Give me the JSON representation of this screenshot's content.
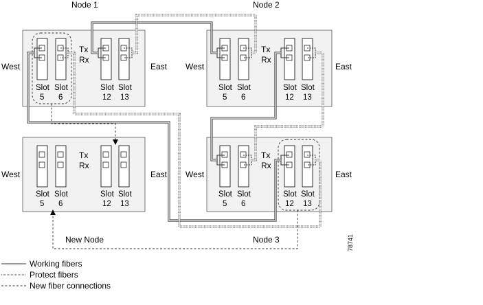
{
  "nodes": [
    {
      "id": "node1",
      "title": "Node 1",
      "west": "West",
      "east": "East",
      "tx": "Tx",
      "rx": "Rx"
    },
    {
      "id": "node2",
      "title": "Node 2",
      "west": "West",
      "east": "East",
      "tx": "Tx",
      "rx": "Rx"
    },
    {
      "id": "new_node",
      "title": "New Node",
      "west": "West",
      "east": "East",
      "tx": "Tx",
      "rx": "Rx"
    },
    {
      "id": "node3",
      "title": "Node 3",
      "west": "West",
      "east": "East",
      "tx": "Tx",
      "rx": "Rx"
    }
  ],
  "slots": {
    "slot_word": "Slot",
    "numbers": [
      "5",
      "6",
      "12",
      "13"
    ]
  },
  "legend": {
    "working": "Working fibers",
    "protect": "Protect fibers",
    "new_connections": "New fiber connections"
  },
  "figure_id": "78741"
}
